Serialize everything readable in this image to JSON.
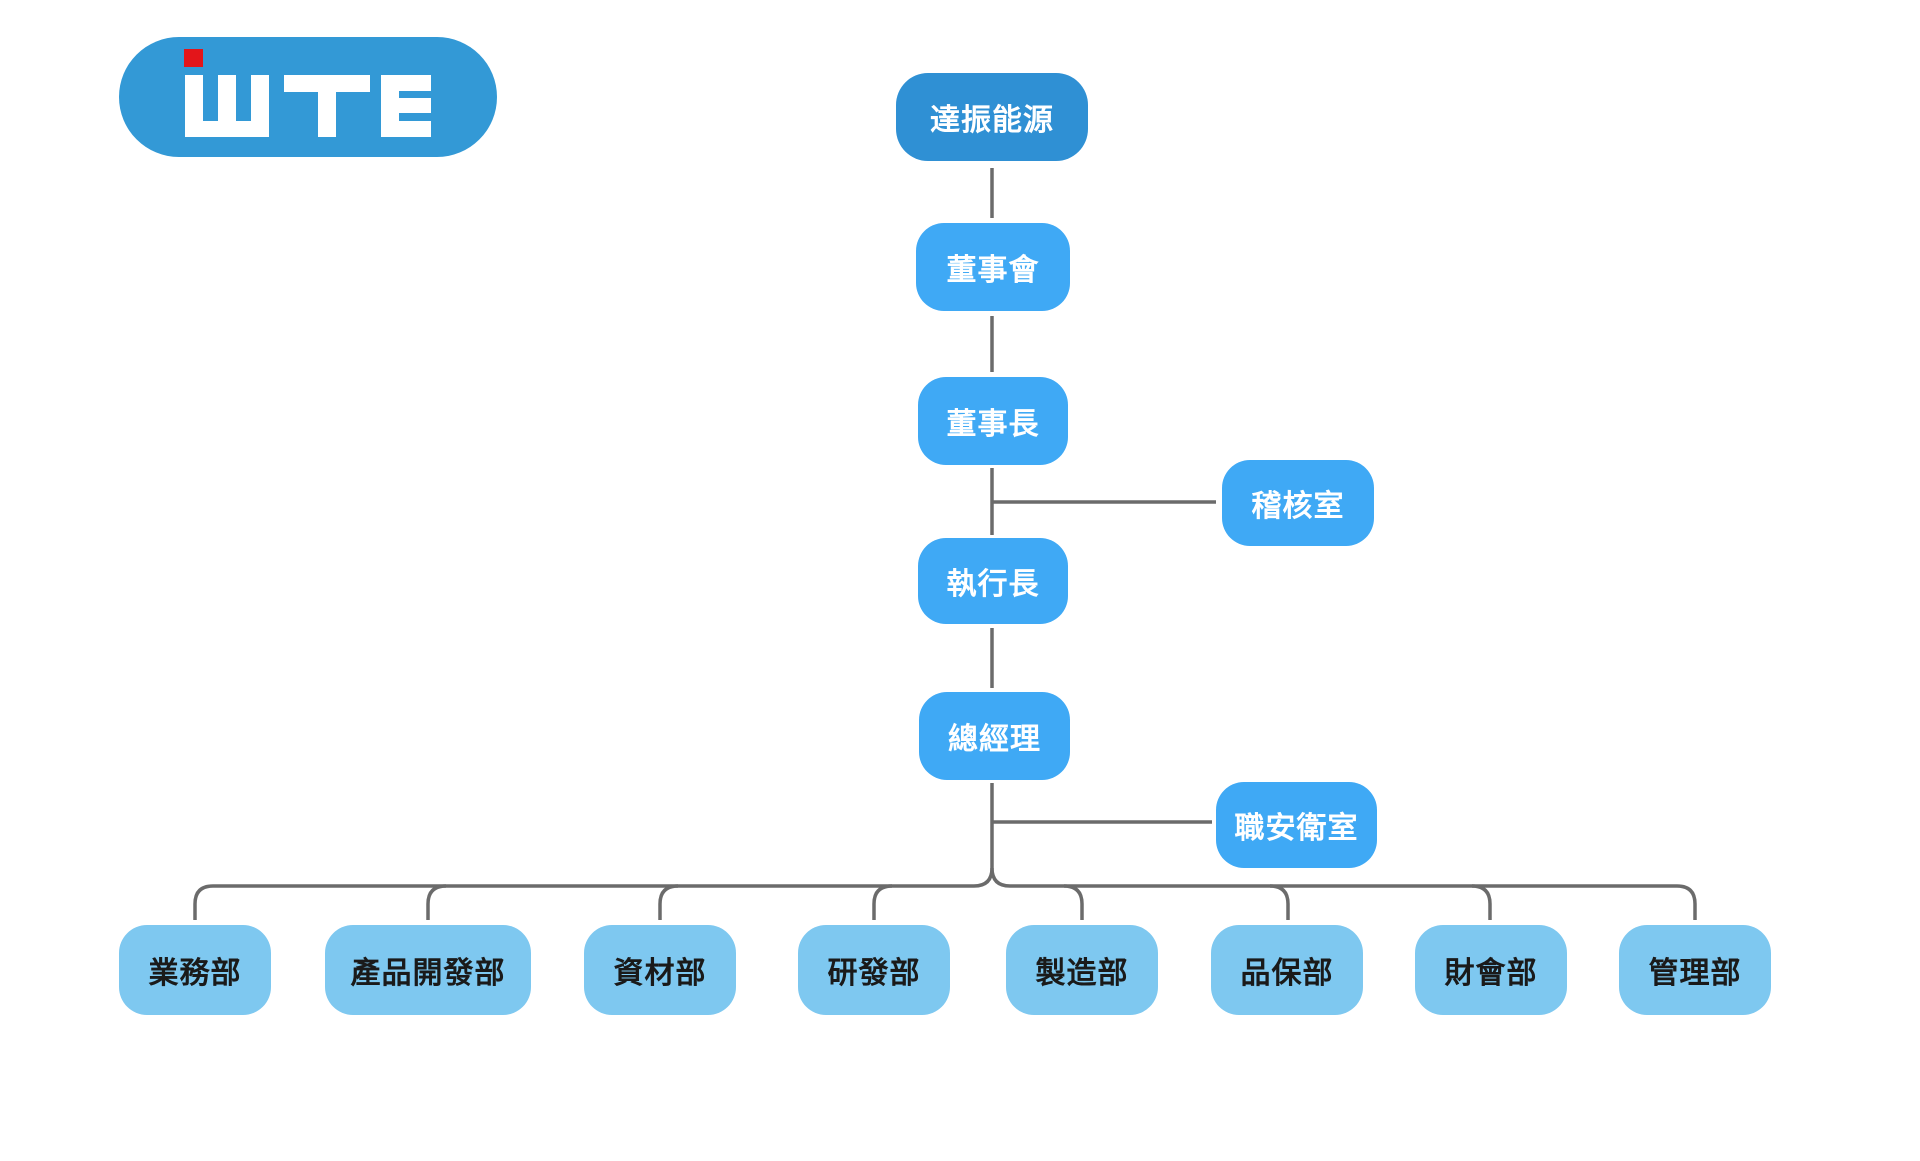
{
  "logo": {
    "text": "WTE",
    "accent_color": "#e3151a",
    "background_color": "#3399d6"
  },
  "org_chart": {
    "root": "達振能源",
    "chain": [
      "董事會",
      "董事長",
      "執行長",
      "總經理"
    ],
    "side_units": [
      {
        "label": "稽核室",
        "attached_to": "董事長"
      },
      {
        "label": "職安衛室",
        "attached_to": "總經理"
      }
    ],
    "departments": [
      "業務部",
      "產品開發部",
      "資材部",
      "研發部",
      "製造部",
      "品保部",
      "財會部",
      "管理部"
    ]
  },
  "colors": {
    "root": "#2f90d4",
    "exec": "#3fa9f5",
    "department": "#7ec8f0",
    "connector": "#6b6b6b"
  }
}
